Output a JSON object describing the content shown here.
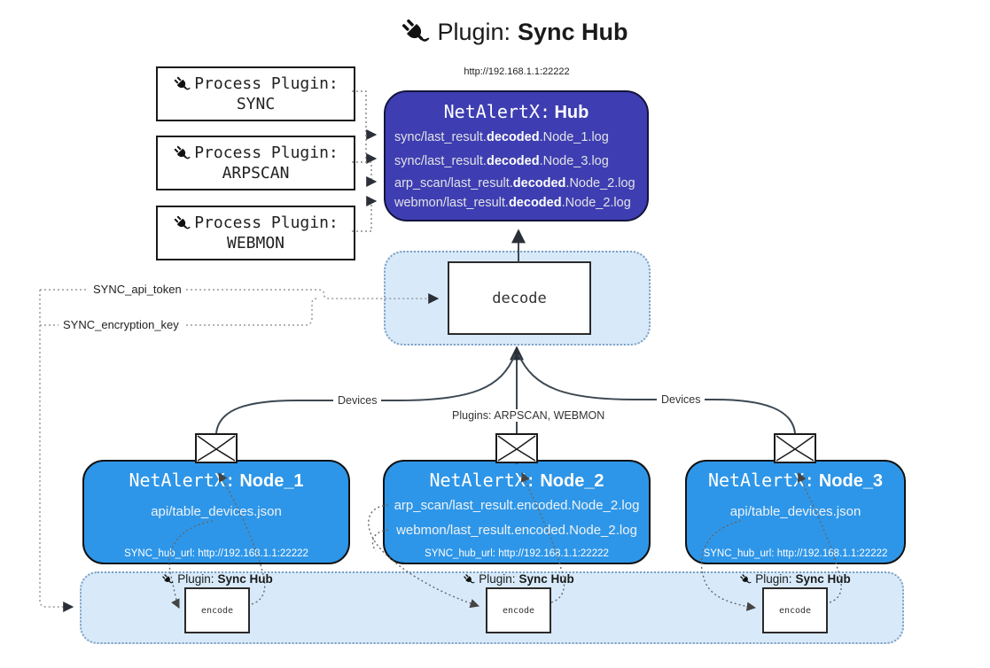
{
  "title": {
    "prefix": "Plugin:",
    "name": "Sync Hub"
  },
  "hub": {
    "url": "http://192.168.1.1:22222",
    "name_label": "NetAlertX:",
    "name_value": "Hub",
    "logs": [
      {
        "pre": "sync/last_result.",
        "mid": "decoded",
        "post": ".Node_1.log"
      },
      {
        "pre": "sync/last_result.",
        "mid": "decoded",
        "post": ".Node_3.log"
      },
      {
        "pre": "arp_scan/last_result.",
        "mid": "decoded",
        "post": ".Node_2.log"
      },
      {
        "pre": "webmon/last_result.",
        "mid": "decoded",
        "post": ".Node_2.log"
      }
    ]
  },
  "process_plugins": [
    {
      "label": "Process Plugin:",
      "name": "SYNC"
    },
    {
      "label": "Process Plugin:",
      "name": "ARPSCAN"
    },
    {
      "label": "Process Plugin:",
      "name": "WEBMON"
    }
  ],
  "settings": {
    "api_token": "SYNC_api_token",
    "encryption_key": "SYNC_encryption_key"
  },
  "decode": {
    "label": "decode"
  },
  "flows": {
    "devices_left": "Devices",
    "devices_right": "Devices",
    "plugins_middle": "Plugins: ARPSCAN, WEBMON"
  },
  "nodes": [
    {
      "name_label": "NetAlertX:",
      "name_value": "Node_1",
      "files": [
        "api/table_devices.json"
      ],
      "hub_url": "SYNC_hub_url: http://192.168.1.1:22222"
    },
    {
      "name_label": "NetAlertX:",
      "name_value": "Node_2",
      "files": [
        "arp_scan/last_result.encoded.Node_2.log",
        "webmon/last_result.encoded.Node_2.log"
      ],
      "hub_url": "SYNC_hub_url: http://192.168.1.1:22222"
    },
    {
      "name_label": "NetAlertX:",
      "name_value": "Node_3",
      "files": [
        "api/table_devices.json"
      ],
      "hub_url": "SYNC_hub_url: http://192.168.1.1:22222"
    }
  ],
  "encoders": [
    {
      "badge_prefix": "Plugin:",
      "badge_name": "Sync Hub",
      "label": "encode"
    },
    {
      "badge_prefix": "Plugin:",
      "badge_name": "Sync Hub",
      "label": "encode"
    },
    {
      "badge_prefix": "Plugin:",
      "badge_name": "Sync Hub",
      "label": "encode"
    }
  ],
  "colors": {
    "hub_fill": "#3e3eb2",
    "node_fill": "#2e96e8",
    "panel_fill": "#d8eafa",
    "panel_border": "#7e9fc0",
    "solid_line": "#3d4852",
    "dotted_line": "#888888"
  }
}
